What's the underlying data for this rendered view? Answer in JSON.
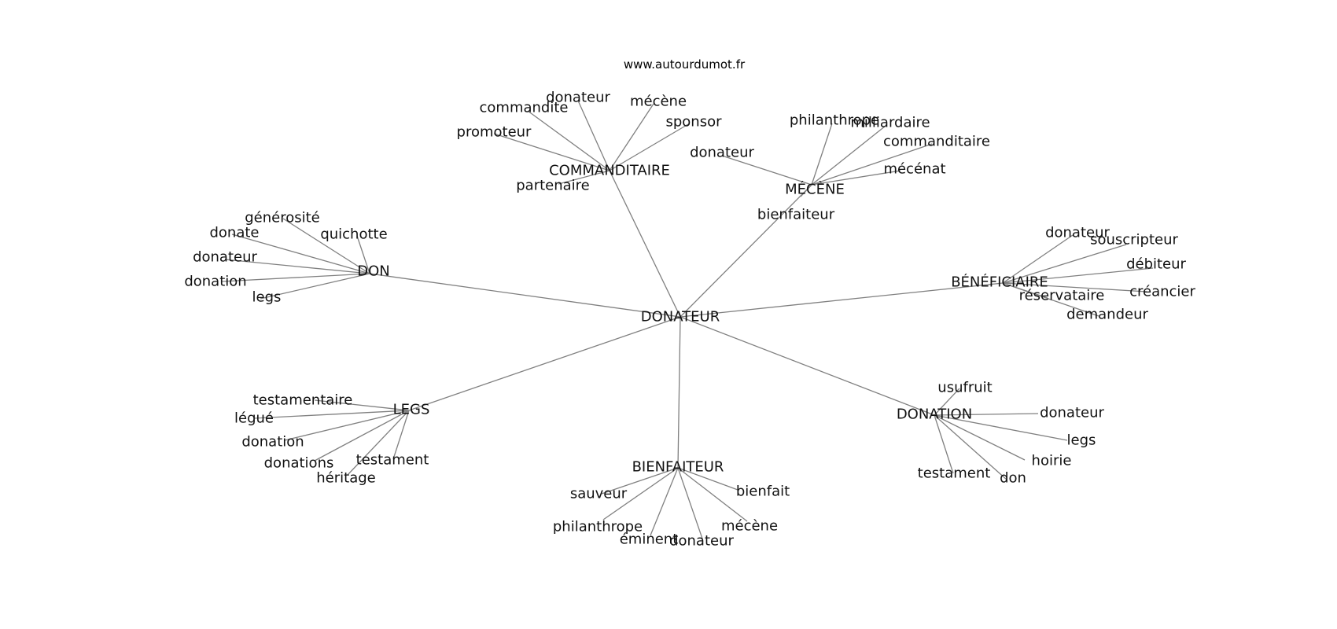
{
  "header": {
    "source": "www.autourdumot.fr"
  },
  "graph": {
    "root": "DONATEUR",
    "clusters": [
      {
        "id": "commanditaire",
        "label": "COMMANDITAIRE",
        "leaves": [
          "donateur",
          "mécène",
          "commandite",
          "sponsor",
          "promoteur",
          "partenaire"
        ]
      },
      {
        "id": "mecene",
        "label": "MÉCÈNE",
        "leaves": [
          "philanthrope",
          "milliardaire",
          "commanditaire",
          "donateur",
          "mécénat",
          "bienfaiteur"
        ]
      },
      {
        "id": "don",
        "label": "DON",
        "leaves": [
          "générosité",
          "donate",
          "quichotte",
          "donateur",
          "donation",
          "legs"
        ]
      },
      {
        "id": "beneficiaire",
        "label": "BÉNÉFICIAIRE",
        "leaves": [
          "donateur",
          "souscripteur",
          "débiteur",
          "créancier",
          "réservataire",
          "demandeur"
        ]
      },
      {
        "id": "legs",
        "label": "LEGS",
        "leaves": [
          "testamentaire",
          "légué",
          "donation",
          "testament",
          "donations",
          "héritage"
        ]
      },
      {
        "id": "donation",
        "label": "DONATION",
        "leaves": [
          "usufruit",
          "donateur",
          "legs",
          "hoirie",
          "testament",
          "don"
        ]
      },
      {
        "id": "bienfaiteur",
        "label": "BIENFAITEUR",
        "leaves": [
          "sauveur",
          "bienfait",
          "philanthrope",
          "mécène",
          "éminent",
          "donateur"
        ]
      }
    ]
  }
}
